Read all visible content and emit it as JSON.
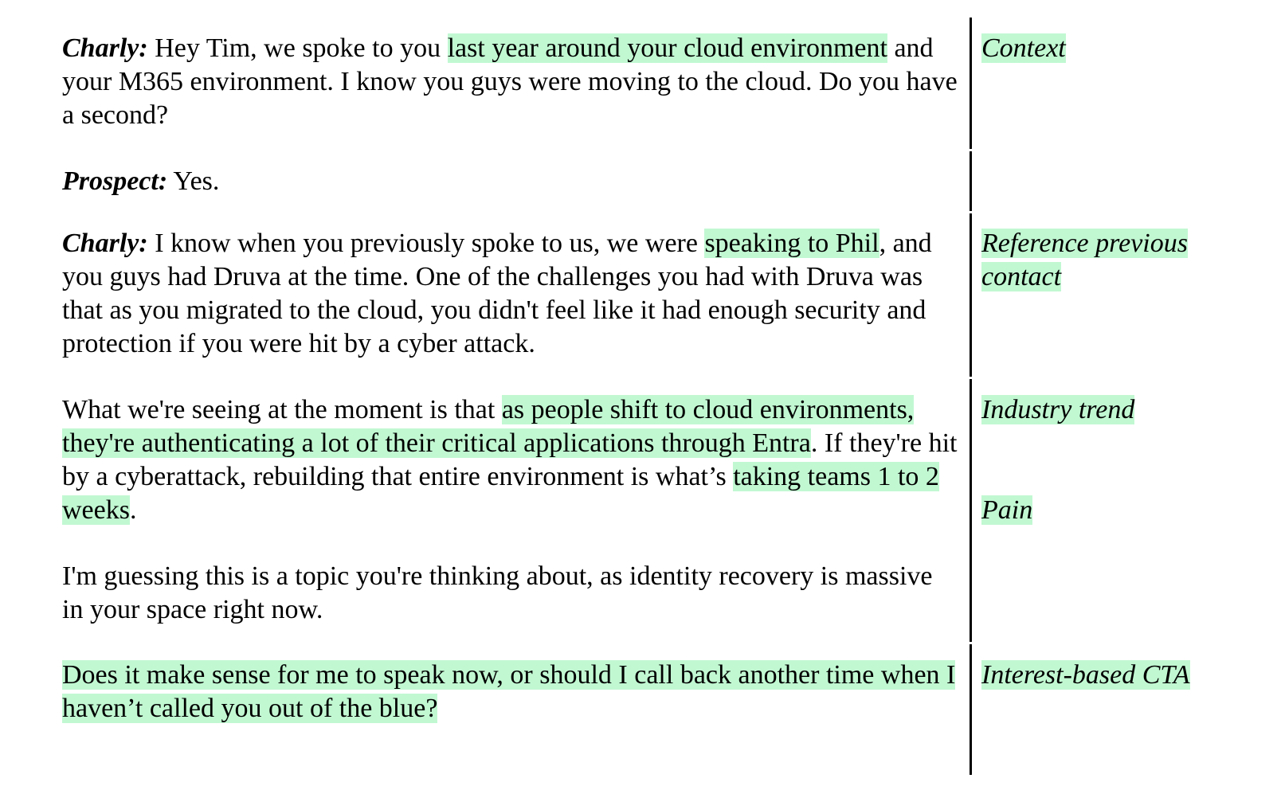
{
  "colors": {
    "highlight": "#c1f8d2",
    "text": "#000000",
    "divider": "#000000"
  },
  "rows": [
    {
      "speaker": "Charly:",
      "segments": [
        {
          "text": " Hey Tim, we spoke to you ",
          "highlight": false
        },
        {
          "text": "last year around your cloud environment",
          "highlight": true
        },
        {
          "text": " and your M365 environment. I know you guys were moving to the cloud. Do you have a second?",
          "highlight": false
        }
      ],
      "annotation": "Context"
    },
    {
      "speaker": "Prospect:",
      "segments": [
        {
          "text": " Yes.",
          "highlight": false
        }
      ],
      "annotation": ""
    },
    {
      "speaker": "Charly:",
      "segments": [
        {
          "text": " I know when you previously spoke to us, we were ",
          "highlight": false
        },
        {
          "text": "speaking to Phil",
          "highlight": true
        },
        {
          "text": ", and you guys had Druva at the time. One of the challenges you had with Druva was that as you migrated to the cloud, you didn't feel like it had enough security and protection if you were hit by a cyber attack.",
          "highlight": false
        }
      ],
      "annotation": "Reference previous contact"
    },
    {
      "paragraph1": {
        "segments": [
          {
            "text": "What we're seeing at the moment is that ",
            "highlight": false
          },
          {
            "text": "as people shift to cloud environments, they're authenticating a lot of their critical applications through Entra",
            "highlight": true
          },
          {
            "text": ". If they're hit by a cyberattack, rebuilding that entire environment is what’s ",
            "highlight": false
          },
          {
            "text": "taking teams 1 to 2 weeks",
            "highlight": true
          },
          {
            "text": ".",
            "highlight": false
          }
        ]
      },
      "paragraph2": {
        "text": "I'm guessing this is a topic you're thinking about, as identity recovery is massive in your space right now."
      },
      "annotations": [
        "Industry trend",
        "Pain"
      ]
    },
    {
      "segments": [
        {
          "text": "Does it make sense for me to speak now, or should I call back another time when I haven’t called you out of the blue?",
          "highlight": true
        }
      ],
      "annotation": "Interest-based CTA"
    }
  ]
}
